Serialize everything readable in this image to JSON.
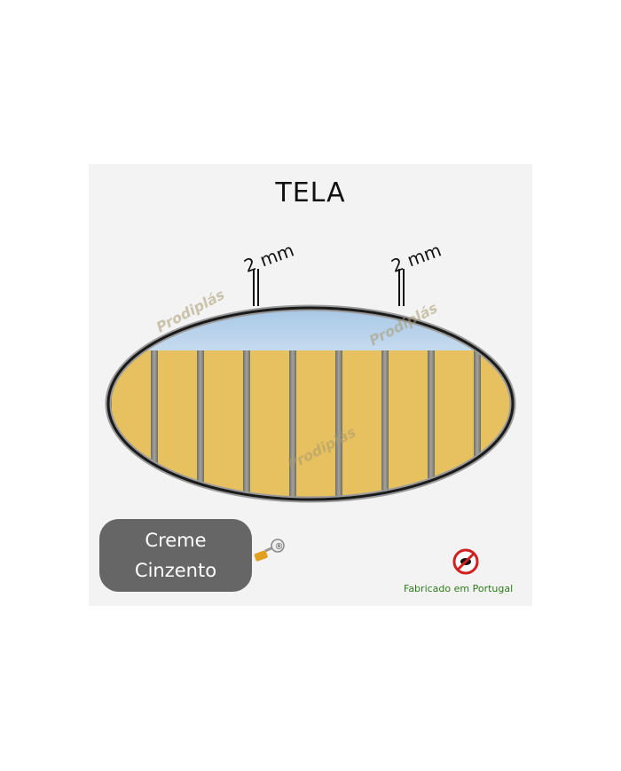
{
  "title": "TELA",
  "dimension_label": "2 mm",
  "watermark": "Prodiplás",
  "badge": {
    "line1": "Creme",
    "line2": "Cinzento"
  },
  "made_in": "Fabricado em Portugal",
  "colors": {
    "slat": "#e7c060",
    "gap": "#8a8a80",
    "sky": "#aac8e6",
    "frame": "#222222",
    "badge": "#666666",
    "made_in": "#2e7d1a"
  },
  "icons": [
    "registered-key-icon",
    "no-insects-icon"
  ]
}
